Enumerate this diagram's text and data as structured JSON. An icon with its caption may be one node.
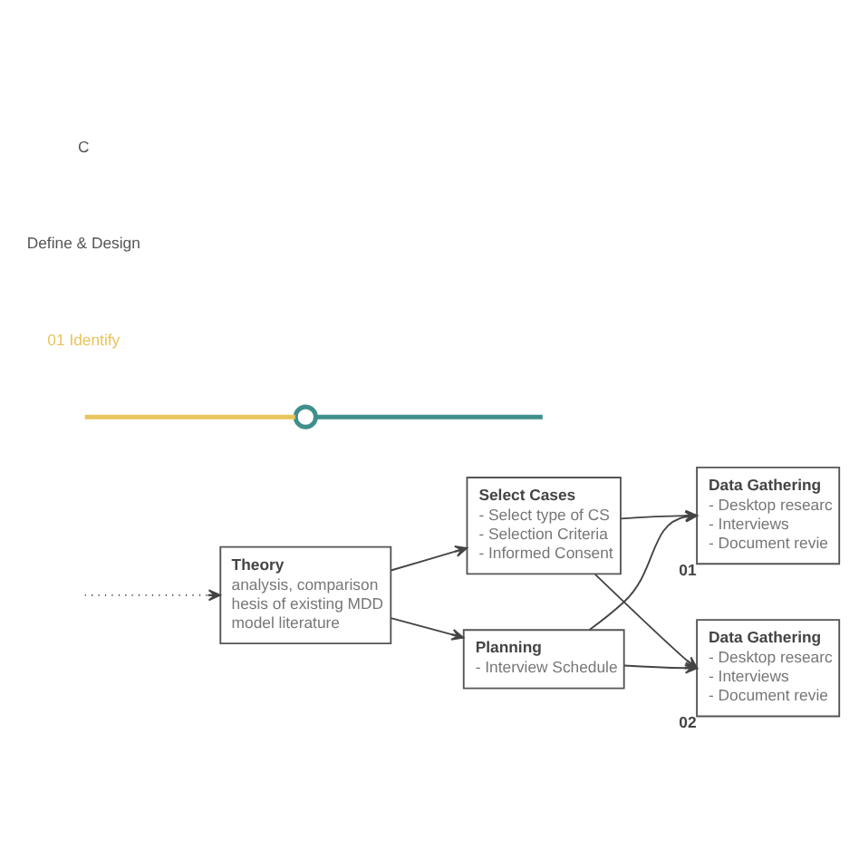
{
  "diagram": {
    "nodes": [
      {
        "text": [
          "Theory",
          "analysis, comparison",
          "hesis of existing MDD",
          "model literature"
        ]
      },
      {
        "text": [
          "Select Cases",
          "- Select type of CS",
          "- Selection Criteria",
          "- Informed Consent"
        ]
      },
      {
        "text": [
          "Planning",
          "- Interview Schedule"
        ]
      },
      {
        "text": [
          "Data Gathering",
          "- Desktop researc",
          "- Interviews",
          "- Document revie"
        ],
        "beside": [
          "01"
        ]
      },
      {
        "text": [
          "Data Gathering",
          "- Desktop researc",
          "- Interviews",
          "- Document revie"
        ],
        "beside": [
          "02"
        ]
      },
      {
        "text": [],
        "shape": "circle"
      }
    ],
    "edges": [
      {
        "from": 5,
        "to": null,
        "arrow": "none",
        "style": "thick",
        "color": "#3f8f8c"
      },
      {
        "from": null,
        "to": 5,
        "arrow": "none",
        "style": "thick",
        "color": "#e8c45c"
      },
      {
        "from": null,
        "to": 0,
        "arrow": "to",
        "style": "dashed"
      },
      {
        "from": 0,
        "to": 1,
        "arrow": "to"
      },
      {
        "from": 0,
        "to": 2,
        "arrow": "to"
      },
      {
        "from": 1,
        "to": 3,
        "arrow": "to"
      },
      {
        "from": 1,
        "to": 4,
        "arrow": "to"
      },
      {
        "from": 2,
        "to": 3,
        "arrow": "to"
      },
      {
        "from": 2,
        "to": 4,
        "arrow": "to"
      }
    ],
    "labels": [
      "01 Identify",
      "Define & Design",
      "C"
    ]
  }
}
